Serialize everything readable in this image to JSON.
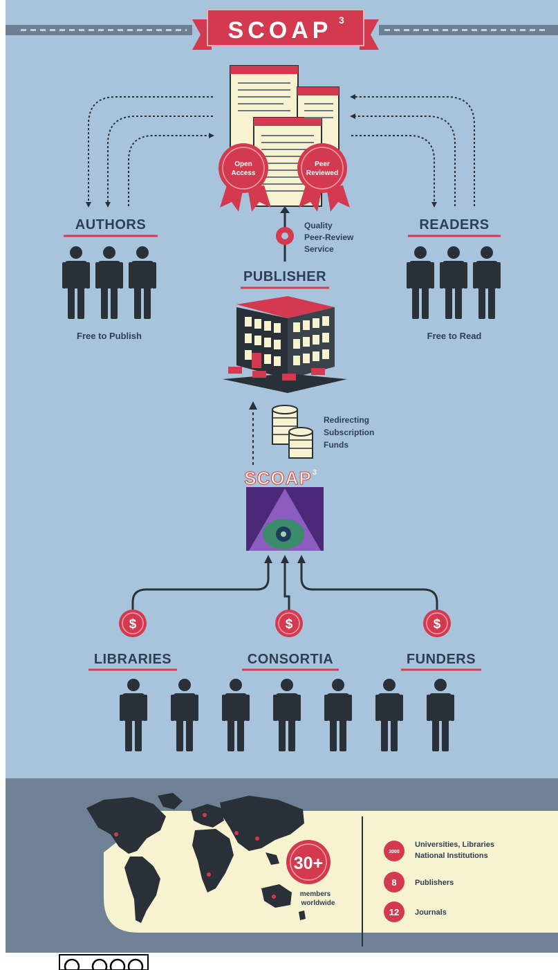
{
  "banner": {
    "title": "SCOAP",
    "superscript": "3"
  },
  "seals": {
    "left": [
      "Open",
      "Access"
    ],
    "right": [
      "Peer",
      "Reviewed"
    ]
  },
  "authors": {
    "heading": "AUTHORS",
    "caption": "Free to Publish"
  },
  "readers": {
    "heading": "READERS",
    "caption": "Free to Read"
  },
  "quality_service": {
    "lines": [
      "Quality",
      "Peer-Review",
      "Service"
    ]
  },
  "publisher": {
    "heading": "PUBLISHER"
  },
  "funds": {
    "lines": [
      "Redirecting",
      "Subscription",
      "Funds"
    ]
  },
  "scoap_logo": {
    "title": "SCOAP",
    "superscript": "3"
  },
  "contributors": [
    {
      "heading": "LIBRARIES",
      "symbol": "$"
    },
    {
      "heading": "CONSORTIA",
      "symbol": "$"
    },
    {
      "heading": "FUNDERS",
      "symbol": "$"
    }
  ],
  "members": {
    "count": "30+",
    "label": [
      "members",
      "worldwide"
    ]
  },
  "stats": [
    {
      "badge": "3000",
      "label": [
        "Universities, Libraries",
        "National Institutions"
      ]
    },
    {
      "badge": "8",
      "label": [
        "Publishers"
      ]
    },
    {
      "badge": "12",
      "label": [
        "Journals"
      ]
    }
  ],
  "colors": {
    "background": "#a8c4dc",
    "accent_red": "#d43a4f",
    "dark_figure": "#2a3038",
    "heading_text": "#2e3f55",
    "panel_cream": "#f7f2cf",
    "footer_slate": "#6e8195"
  },
  "icons": [
    "document-stack-icon",
    "ribbon-seal-icon",
    "person-icon",
    "building-icon",
    "coin-stack-icon",
    "dollar-coin-icon",
    "world-map-icon",
    "cc-license-icon"
  ]
}
